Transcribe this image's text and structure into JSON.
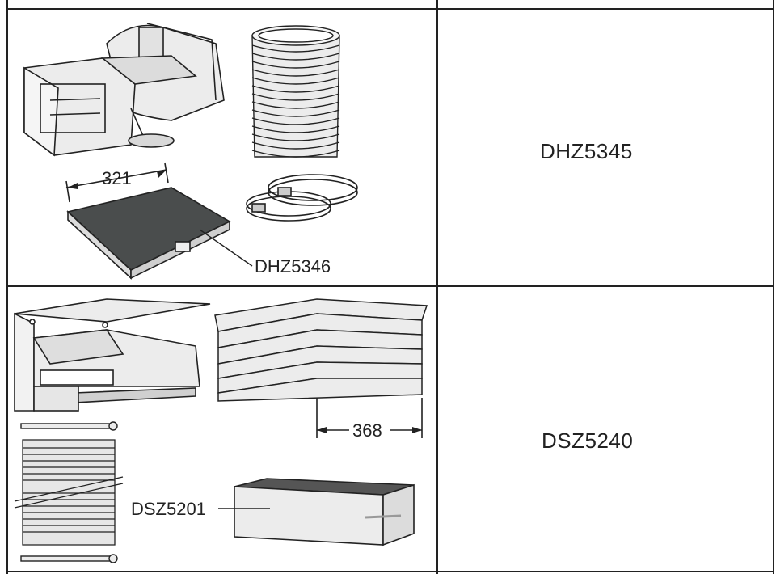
{
  "rows": [
    {
      "model": "DHZ5345",
      "callouts": {
        "dimension": "321",
        "part": "DHZ5346"
      }
    },
    {
      "model": "DSZ5240",
      "callouts": {
        "dimension": "368",
        "part": "DSZ5201"
      }
    }
  ],
  "colors": {
    "line": "#222222",
    "part_fill": "#ececec",
    "filter_dark": "#4a4d4d"
  },
  "icons": [
    "duct-adapter-icon",
    "flex-hose-icon",
    "hose-clamps-icon",
    "carbon-filter-icon",
    "mounting-bracket-icon",
    "cover-panel-icon",
    "telescopic-tube-icon",
    "cable-ties-icon",
    "filter-box-icon"
  ]
}
